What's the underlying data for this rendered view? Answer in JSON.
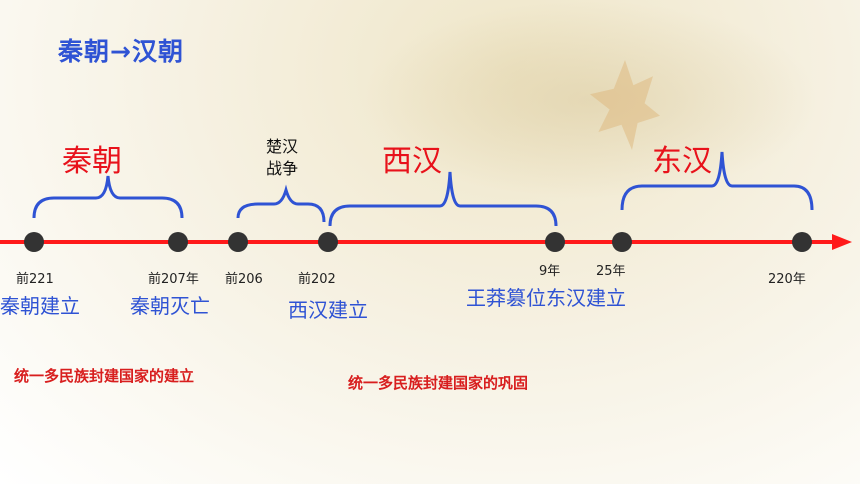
{
  "title": "秦朝→汉朝",
  "eras": [
    {
      "label": "秦朝"
    },
    {
      "label": "楚汉",
      "label2": "战争"
    },
    {
      "label": "西汉"
    },
    {
      "label": "东汉"
    }
  ],
  "dates": [
    "前221",
    "前207年",
    "前206",
    "前202",
    "9年",
    "25年",
    "220年"
  ],
  "events": [
    "秦朝建立",
    "秦朝灭亡",
    "西汉建立",
    "王莽篡位东汉建立"
  ],
  "notes": [
    "统一多民族封建国家的建立",
    "统一多民族封建国家的巩固"
  ],
  "colors": {
    "timeline": "#ff1a1a",
    "bracket": "#2f53d4",
    "era_text": "#e8121b",
    "event_text": "#2f53d4",
    "note_text": "#d81e1e",
    "dot": "#333333"
  }
}
